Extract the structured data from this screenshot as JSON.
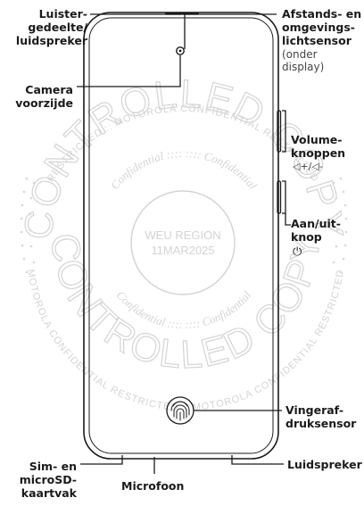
{
  "callouts": {
    "earpiece": [
      "Luister-",
      "gedeelte/",
      "luidspreker"
    ],
    "front_camera": [
      "Camera",
      "voorzijde"
    ],
    "proximity": [
      "Afstands- en",
      "omgevings-",
      "lichtsensor"
    ],
    "proximity_note": [
      "(onder",
      "display)"
    ],
    "volume": [
      "Volume-",
      "knoppen"
    ],
    "volume_symbols": "◁+/◁-",
    "power": [
      "Aan/uit-",
      "knop"
    ],
    "power_symbol": "⏻",
    "fingerprint": [
      "Vingeraf-",
      "druksensor"
    ],
    "sim": [
      "Sim- en",
      "microSD-",
      "kaartvak"
    ],
    "microphone": "Microfoon",
    "loudspeaker": "Luidspreker"
  },
  "watermark": {
    "outer_top": "RESTRICTED :: MOTOROLA CONFIDENTIAL RESTRICTED",
    "outer_bottom": "MOTOROLA CONFIDENTIAL RESTRICTED :: MOTOROLA CONFIDENTIAL RESTRICTED",
    "big_top": "CONTROLLED COPY",
    "big_bottom": "CONTROLLED COPY",
    "inner_top": "Confidential :::: :::: Confidential",
    "inner_bottom": "Confidential :::: :::: Confidential",
    "region": "WEU REGION",
    "date": "11MAR2025"
  },
  "colors": {
    "line": "#1a1a1a",
    "watermark": "#d4d4d4"
  }
}
